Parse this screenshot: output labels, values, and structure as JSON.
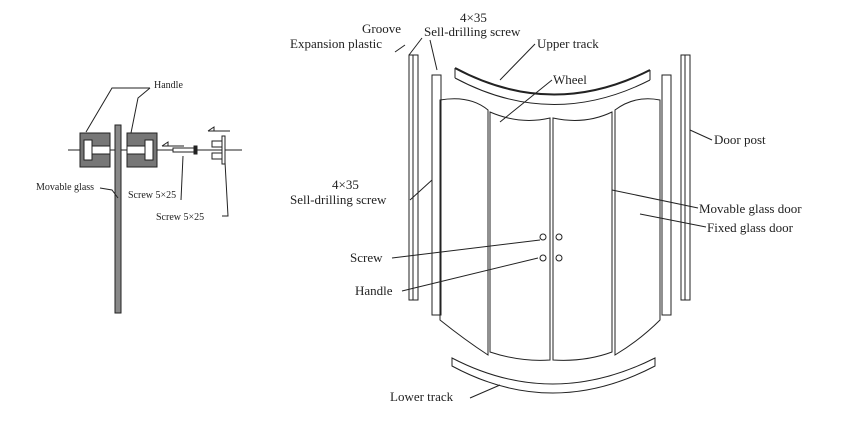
{
  "left_detail": {
    "handle": "Handle",
    "movable_glass": "Movable glass",
    "screw_1": "Screw 5×25",
    "screw_2": "Screw 5×25"
  },
  "main": {
    "groove": "Groove",
    "top_screw_size": "4×35",
    "top_screw": "Sell-drilling screw",
    "expansion_plastic": "Expansion plastic",
    "upper_track": "Upper track",
    "wheel": "Wheel",
    "door_post": "Door post",
    "side_screw_size": "4×35",
    "side_screw": "Sell-drilling screw",
    "movable_glass_door": "Movable glass door",
    "fixed_glass_door": "Fixed glass door",
    "screw": "Screw",
    "handle": "Handle",
    "lower_track": "Lower track"
  }
}
